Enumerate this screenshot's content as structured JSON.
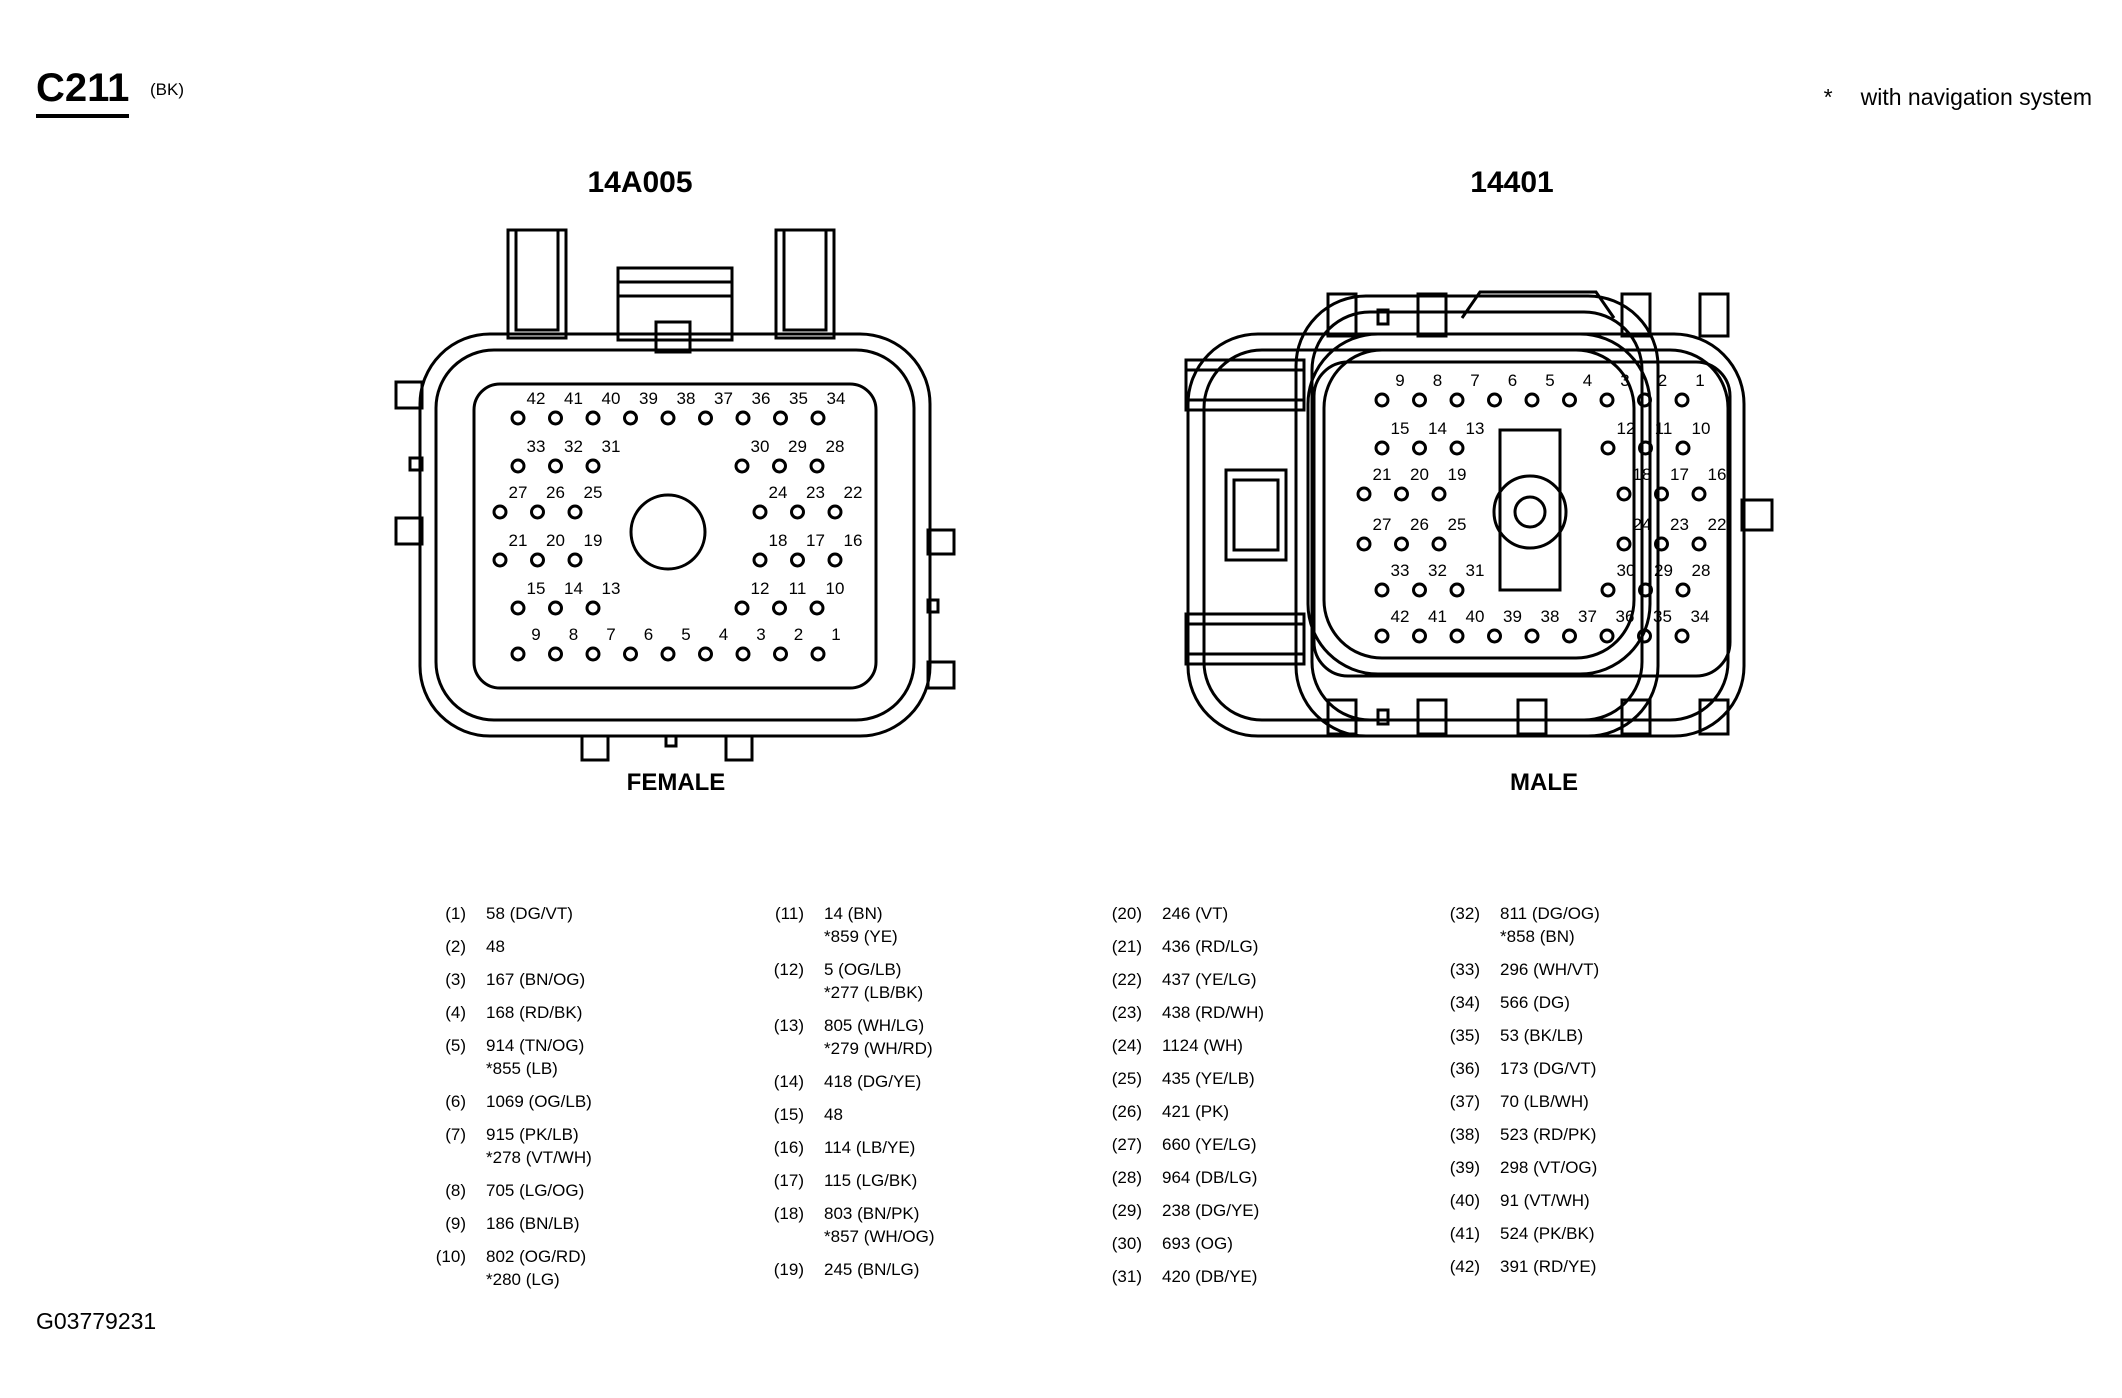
{
  "header": {
    "connector_id": "C211",
    "connector_color": "(BK)",
    "note_marker": "*",
    "note_text": "with navigation system"
  },
  "left_connector": {
    "part_number": "14A005",
    "gender": "FEMALE",
    "rows": [
      [
        "42",
        "41",
        "40",
        "39",
        "38",
        "37",
        "36",
        "35",
        "34"
      ],
      [
        "33",
        "32",
        "31",
        "30",
        "29",
        "28"
      ],
      [
        "27",
        "26",
        "25",
        "24",
        "23",
        "22"
      ],
      [
        "21",
        "20",
        "19",
        "18",
        "17",
        "16"
      ],
      [
        "15",
        "14",
        "13",
        "12",
        "11",
        "10"
      ],
      [
        "9",
        "8",
        "7",
        "6",
        "5",
        "4",
        "3",
        "2",
        "1"
      ]
    ]
  },
  "right_connector": {
    "part_number": "14401",
    "gender": "MALE",
    "rows": [
      [
        "9",
        "8",
        "7",
        "6",
        "5",
        "4",
        "3",
        "2",
        "1"
      ],
      [
        "15",
        "14",
        "13",
        "12",
        "11",
        "10"
      ],
      [
        "21",
        "20",
        "19",
        "18",
        "17",
        "16"
      ],
      [
        "27",
        "26",
        "25",
        "24",
        "23",
        "22"
      ],
      [
        "33",
        "32",
        "31",
        "30",
        "29",
        "28"
      ],
      [
        "42",
        "41",
        "40",
        "39",
        "38",
        "37",
        "36",
        "35",
        "34"
      ]
    ]
  },
  "pinout": [
    [
      {
        "pin": "(1)",
        "lines": [
          "58 (DG/VT)"
        ]
      },
      {
        "pin": "(2)",
        "lines": [
          "48"
        ]
      },
      {
        "pin": "(3)",
        "lines": [
          "167 (BN/OG)"
        ]
      },
      {
        "pin": "(4)",
        "lines": [
          "168 (RD/BK)"
        ]
      },
      {
        "pin": "(5)",
        "lines": [
          "914 (TN/OG)",
          "*855 (LB)"
        ]
      },
      {
        "pin": "(6)",
        "lines": [
          "1069 (OG/LB)"
        ]
      },
      {
        "pin": "(7)",
        "lines": [
          "915 (PK/LB)",
          "*278 (VT/WH)"
        ]
      },
      {
        "pin": "(8)",
        "lines": [
          "705 (LG/OG)"
        ]
      },
      {
        "pin": "(9)",
        "lines": [
          "186 (BN/LB)"
        ]
      },
      {
        "pin": "(10)",
        "lines": [
          "802 (OG/RD)",
          "*280 (LG)"
        ]
      }
    ],
    [
      {
        "pin": "(11)",
        "lines": [
          "14 (BN)",
          "*859 (YE)"
        ]
      },
      {
        "pin": "(12)",
        "lines": [
          "5 (OG/LB)",
          "*277 (LB/BK)"
        ]
      },
      {
        "pin": "(13)",
        "lines": [
          "805 (WH/LG)",
          "*279 (WH/RD)"
        ]
      },
      {
        "pin": "(14)",
        "lines": [
          "418 (DG/YE)"
        ]
      },
      {
        "pin": "(15)",
        "lines": [
          "48"
        ]
      },
      {
        "pin": "(16)",
        "lines": [
          "114 (LB/YE)"
        ]
      },
      {
        "pin": "(17)",
        "lines": [
          "115 (LG/BK)"
        ]
      },
      {
        "pin": "(18)",
        "lines": [
          "803 (BN/PK)",
          "*857 (WH/OG)"
        ]
      },
      {
        "pin": "(19)",
        "lines": [
          "245 (BN/LG)"
        ]
      }
    ],
    [
      {
        "pin": "(20)",
        "lines": [
          "246 (VT)"
        ]
      },
      {
        "pin": "(21)",
        "lines": [
          "436 (RD/LG)"
        ]
      },
      {
        "pin": "(22)",
        "lines": [
          "437 (YE/LG)"
        ]
      },
      {
        "pin": "(23)",
        "lines": [
          "438 (RD/WH)"
        ]
      },
      {
        "pin": "(24)",
        "lines": [
          "1124 (WH)"
        ]
      },
      {
        "pin": "(25)",
        "lines": [
          "435 (YE/LB)"
        ]
      },
      {
        "pin": "(26)",
        "lines": [
          "421 (PK)"
        ]
      },
      {
        "pin": "(27)",
        "lines": [
          "660 (YE/LG)"
        ]
      },
      {
        "pin": "(28)",
        "lines": [
          "964 (DB/LG)"
        ]
      },
      {
        "pin": "(29)",
        "lines": [
          "238 (DG/YE)"
        ]
      },
      {
        "pin": "(30)",
        "lines": [
          "693 (OG)"
        ]
      },
      {
        "pin": "(31)",
        "lines": [
          "420 (DB/YE)"
        ]
      }
    ],
    [
      {
        "pin": "(32)",
        "lines": [
          "811 (DG/OG)",
          "*858 (BN)"
        ]
      },
      {
        "pin": "(33)",
        "lines": [
          "296 (WH/VT)"
        ]
      },
      {
        "pin": "(34)",
        "lines": [
          "566 (DG)"
        ]
      },
      {
        "pin": "(35)",
        "lines": [
          "53 (BK/LB)"
        ]
      },
      {
        "pin": "(36)",
        "lines": [
          "173 (DG/VT)"
        ]
      },
      {
        "pin": "(37)",
        "lines": [
          "70 (LB/WH)"
        ]
      },
      {
        "pin": "(38)",
        "lines": [
          "523 (RD/PK)"
        ]
      },
      {
        "pin": "(39)",
        "lines": [
          "298 (VT/OG)"
        ]
      },
      {
        "pin": "(40)",
        "lines": [
          "91 (VT/WH)"
        ]
      },
      {
        "pin": "(41)",
        "lines": [
          "524 (PK/BK)"
        ]
      },
      {
        "pin": "(42)",
        "lines": [
          "391 (RD/YE)"
        ]
      }
    ]
  ],
  "footer": {
    "figure_id": "G03779231"
  }
}
